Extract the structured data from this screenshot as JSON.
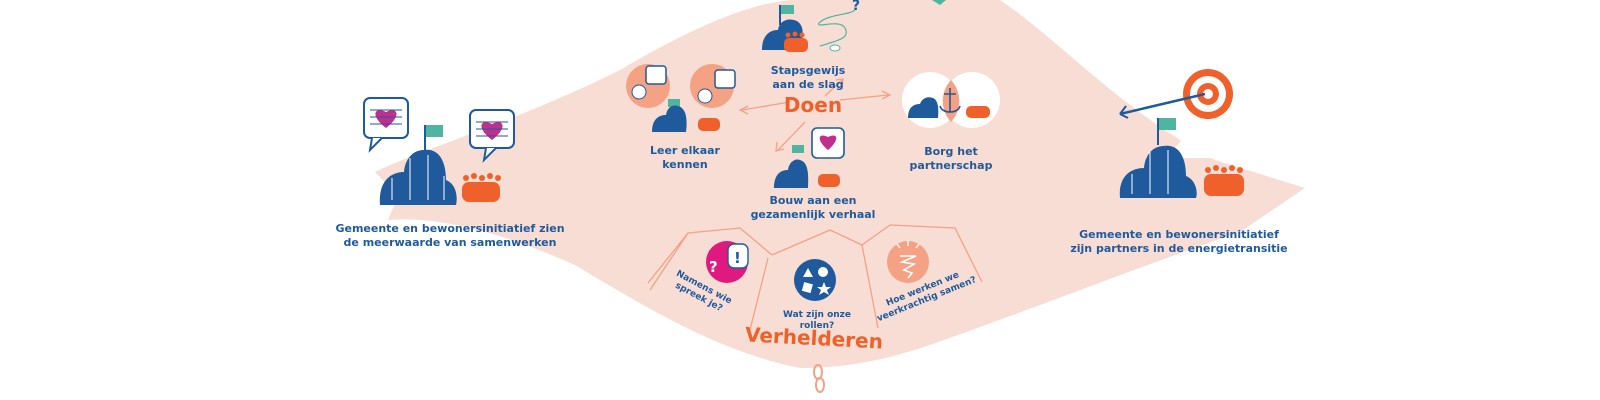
{
  "colors": {
    "blob": "#f8ddd4",
    "blue": "#1f5a9c",
    "orange": "#f0602b",
    "salmon": "#f4a184",
    "pink": "#e0197e",
    "teal": "#4fb5a0",
    "heart": "#c02f8e"
  },
  "labels": {
    "left_goal": [
      "Gemeente en bewonersinitiatief zien",
      "de meerwaarde van samenwerken"
    ],
    "right_goal": [
      "Gemeente en bewonersinitiatief",
      "zijn partners in de energietransitie"
    ],
    "stapsgewijs": [
      "Stapsgewijs",
      "aan de slag"
    ],
    "doen": "Doen",
    "leer": [
      "Leer elkaar",
      "kennen"
    ],
    "borg": [
      "Borg het",
      "partnerschap"
    ],
    "bouw": [
      "Bouw aan een",
      "gezamenlijk verhaal"
    ],
    "verhelderen": "Verhelderen",
    "namens": [
      "Namens wie",
      "spreek je?"
    ],
    "rollen": [
      "Wat zijn onze",
      "rollen?"
    ],
    "veerkrachtig": [
      "Hoe werken we",
      "veerkrachtig samen?"
    ]
  },
  "icons": {
    "question_mark": "?",
    "exclamation_mark": "!"
  }
}
